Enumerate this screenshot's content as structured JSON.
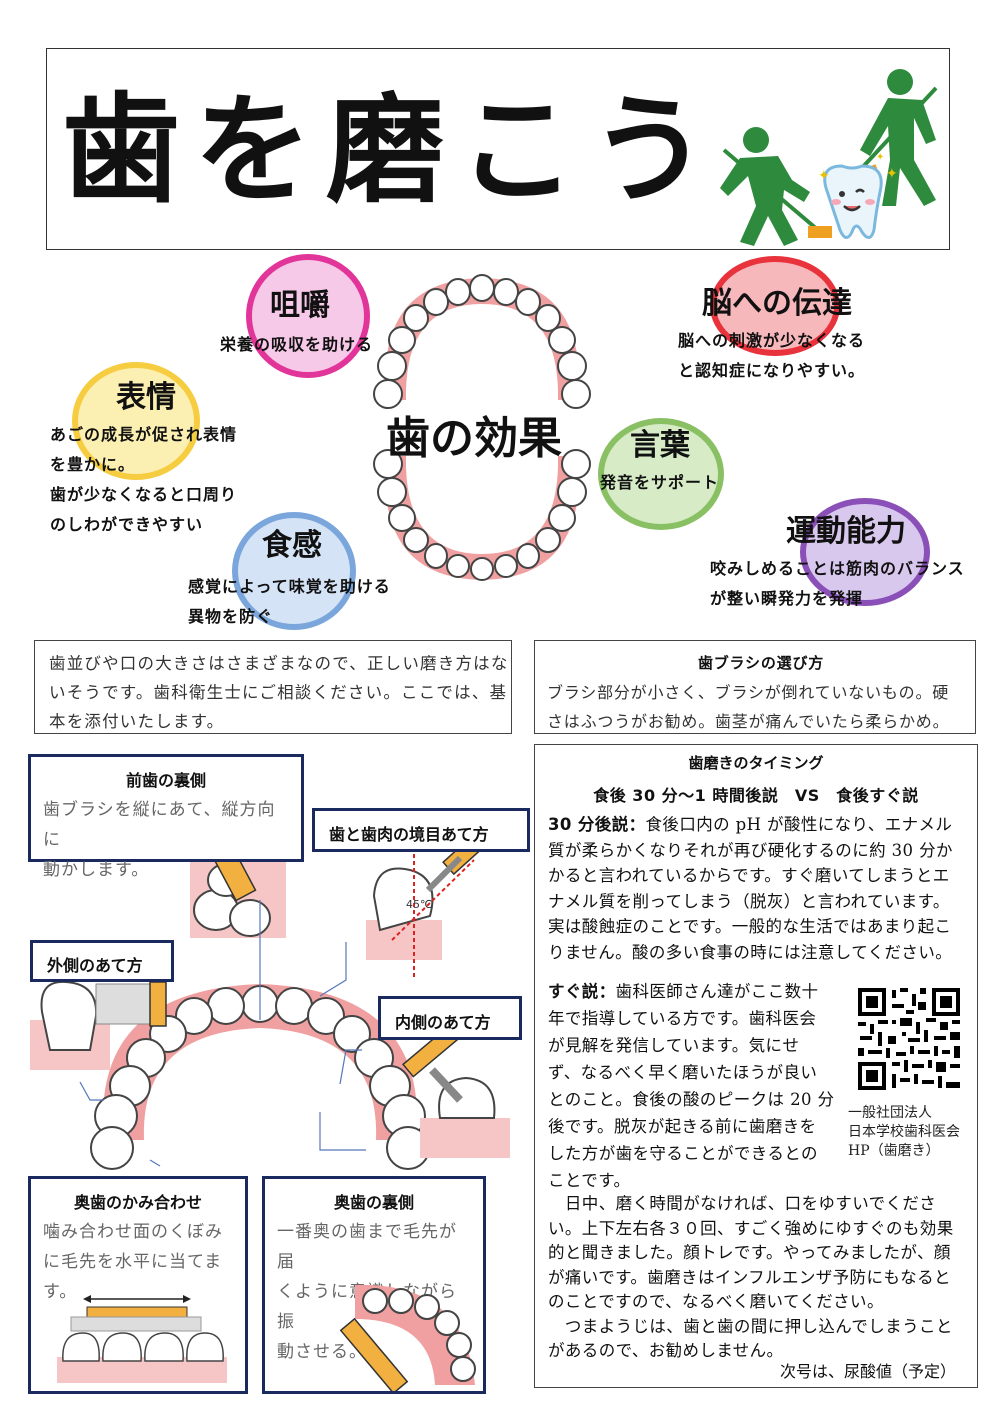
{
  "header": {
    "title": "歯を磨こう"
  },
  "effects": {
    "center": "歯の効果",
    "items": [
      {
        "title": "咀嚼",
        "desc": [
          "栄養の吸収を助ける"
        ]
      },
      {
        "title": "表情",
        "desc": [
          "あごの成長が促され表情",
          "を豊かに。",
          "歯が少なくなると口周り",
          "のしわができやすい"
        ]
      },
      {
        "title": "食感",
        "desc": [
          "感覚によって味覚を助ける",
          "異物を防ぐ"
        ]
      },
      {
        "title": "脳への伝達",
        "desc": [
          "脳への刺激が少なくなる",
          "と認知症になりやすい。"
        ]
      },
      {
        "title": "言葉",
        "desc": [
          "発音をサポート"
        ]
      },
      {
        "title": "運動能力",
        "desc": [
          "咬みしめることは筋肉のバランス",
          "が整い瞬発力を発揮"
        ]
      }
    ],
    "colors": {
      "pink": "#e2359a",
      "yellow": "#f6cc40",
      "blue": "#7aa6dc",
      "red": "#e8323c",
      "green": "#8ac064",
      "purple": "#8a50b8"
    }
  },
  "intro": {
    "lines": [
      "歯並びや口の大きさはさまざまなので、正しい磨き方はな",
      "いそうです。歯科衛生士にご相談ください。ここでは、基",
      "本を添付いたします。"
    ]
  },
  "brush_choice": {
    "heading": "歯ブラシの選び方",
    "lines": [
      "ブラシ部分が小さく、ブラシが倒れていないもの。硬",
      "さはふつうがお勧め。歯茎が痛んでいたら柔らかめ。"
    ]
  },
  "techniques": {
    "front_inner": {
      "heading": "前歯の裏側",
      "lines": [
        "歯ブラシを縦にあて、縦方向に",
        "動かします。"
      ]
    },
    "gum_line": {
      "heading": "歯と歯肉の境目あて方"
    },
    "angle": "45℃",
    "outer": {
      "heading": "外側のあて方"
    },
    "inner": {
      "heading": "内側のあて方"
    },
    "molar_bite": {
      "heading": "奥歯のかみ合わせ",
      "lines": [
        "噛み合わせ面のくぼみ",
        "に毛先を水平に当てま",
        "す。"
      ]
    },
    "molar_back": {
      "heading": "奥歯の裏側",
      "lines": [
        "一番奥の歯まで毛先が届",
        "くように意識しながら振",
        "動させる。"
      ]
    }
  },
  "timing": {
    "heading": "歯磨きのタイミング",
    "subheading": "食後 30 分～1 時間後説　VS　食後すぐ説",
    "p1_label": "30 分後説：",
    "p1_lines": [
      "食後口内の pH が酸性になり、エナメル",
      "質が柔らかくなりそれが再び硬化するのに約 30 分か",
      "かると言われているからです。すぐ磨いてしまうとエ",
      "ナメル質を削ってしまう（脱灰）と言われています。",
      "実は酸蝕症のことです。一般的な生活ではあまり起こ",
      "りません。酸の多い食事の時には注意してください。"
    ],
    "p2_label": "すぐ説：",
    "p2_lines": [
      "歯科医師さん達がここ数十",
      "年で指導している方です。歯科医会",
      "が見解を発信しています。気にせ",
      "ず、なるべく早く磨いたほうが良い",
      "とのこと。食後の酸のピークは 20 分",
      "後です。脱灰が起きる前に歯磨きを",
      "した方が歯を守ることができるとの",
      "ことです。"
    ],
    "qr_caption": [
      "一般社団法人",
      "日本学校歯科医会",
      "HP（歯磨き）"
    ],
    "p3_lines": [
      "　日中、磨く時間がなければ、口をゆすいでくださ",
      "い。上下左右各３０回、すごく強めにゆすぐのも効果",
      "的と聞きました。顔トレです。やってみましたが、顔",
      "が痛いです。歯磨きはインフルエンザ予防にもなると",
      "のことですので、なるべく磨いてください。",
      "　つまようじは、歯と歯の間に押し込んでしまうこと",
      "があるので、お勧めしません。"
    ],
    "next": "次号は、尿酸値（予定）"
  }
}
